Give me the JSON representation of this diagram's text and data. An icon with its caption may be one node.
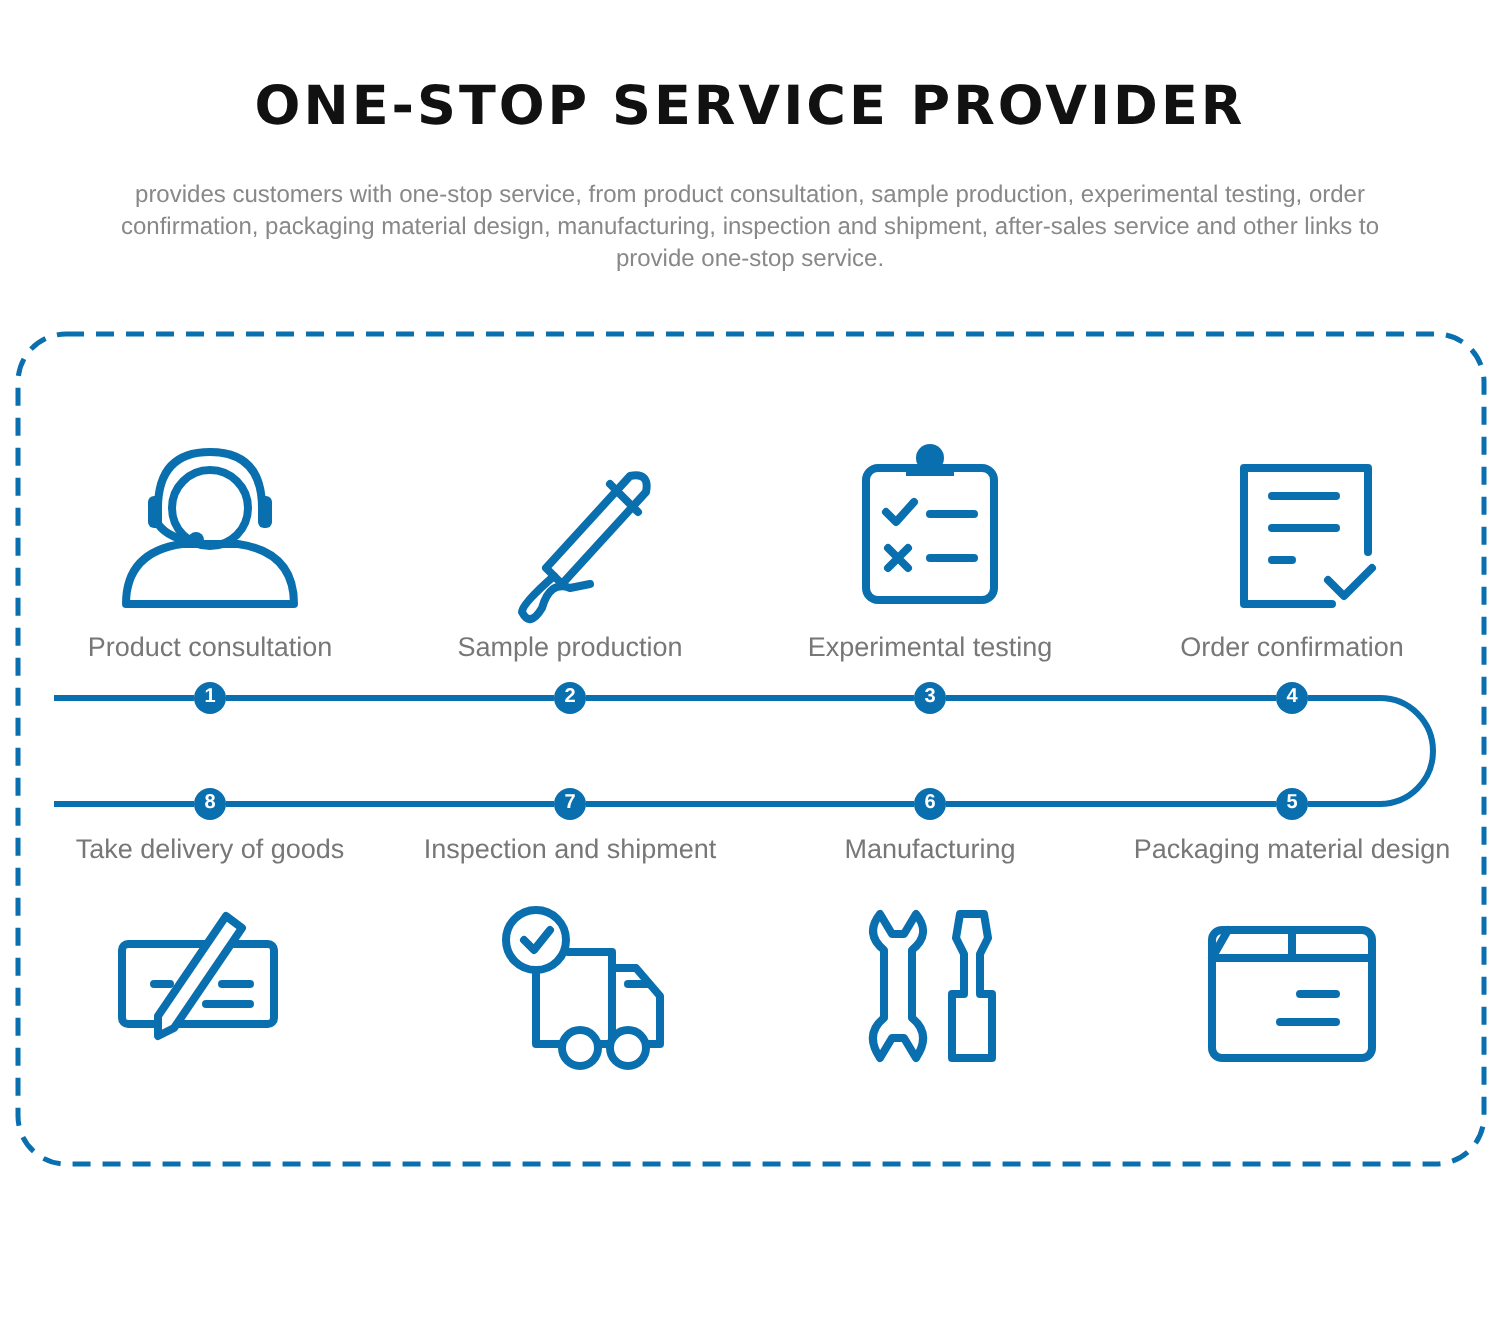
{
  "diagram": {
    "title": "ONE-STOP SERVICE PROVIDER",
    "caption": "provides customers with one-stop service, from product consultation, sample production, experimental testing, order confirmation, packaging material design, manufacturing, inspection and shipment, after-sales service and other links to provide one-stop service.",
    "nodes": [
      {
        "text": [
          "1"
        ],
        "beside": [
          "Product consultation"
        ]
      },
      {
        "text": [
          "2"
        ],
        "beside": [
          "Sample production"
        ]
      },
      {
        "text": [
          "3"
        ],
        "beside": [
          "Experimental testing"
        ]
      },
      {
        "text": [
          "4"
        ],
        "beside": [
          "Order confirmation"
        ]
      },
      {
        "text": [
          "5"
        ],
        "beside": [
          "Packaging material design"
        ]
      },
      {
        "text": [
          "6"
        ],
        "beside": [
          "Manufacturing"
        ]
      },
      {
        "text": [
          "7"
        ],
        "beside": [
          "Inspection and shipment"
        ]
      },
      {
        "text": [
          "8"
        ],
        "beside": [
          "Take delivery of goods"
        ]
      }
    ],
    "edges": [
      {
        "from": 0,
        "to": 1,
        "arrow": "none"
      },
      {
        "from": 1,
        "to": 2,
        "arrow": "none"
      },
      {
        "from": 2,
        "to": 3,
        "arrow": "none"
      },
      {
        "from": 3,
        "to": 4,
        "arrow": "none"
      },
      {
        "from": 4,
        "to": 5,
        "arrow": "none"
      },
      {
        "from": 5,
        "to": 6,
        "arrow": "none"
      },
      {
        "from": 6,
        "to": 7,
        "arrow": "none"
      }
    ]
  }
}
